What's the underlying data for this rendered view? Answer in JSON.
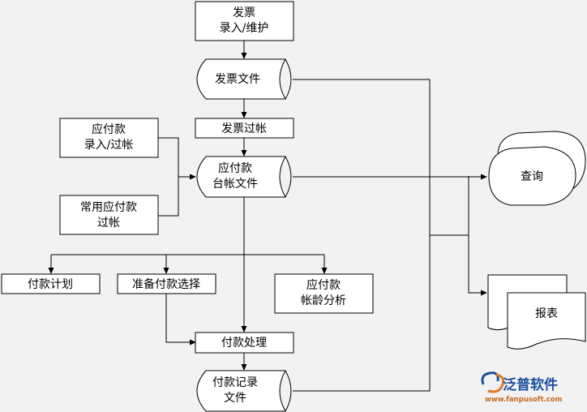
{
  "nodes": {
    "invoice_entry": [
      "发票",
      "录入/维护"
    ],
    "invoice_file": [
      "发票文件"
    ],
    "invoice_posting": [
      "发票过帐"
    ],
    "ap_entry": [
      "应付款",
      "录入/过帐"
    ],
    "ap_ledger": [
      "应付款",
      "台帐文件"
    ],
    "common_ap": [
      "常用应付款",
      "过帐"
    ],
    "payment_plan": [
      "付款计划"
    ],
    "prepare_payment": [
      "准备付款选择"
    ],
    "aging_analysis": [
      "应付款",
      "帐龄分析"
    ],
    "payment_process": [
      "付款处理"
    ],
    "payment_record": [
      "付款记录",
      "文件"
    ],
    "query": [
      "查询"
    ],
    "report": [
      "报表"
    ]
  },
  "logo": {
    "name": "泛普软件",
    "url": "www.fanpusoft.com",
    "colors": {
      "primary": "#1b4f9c",
      "accent": "#e07a2a"
    }
  }
}
